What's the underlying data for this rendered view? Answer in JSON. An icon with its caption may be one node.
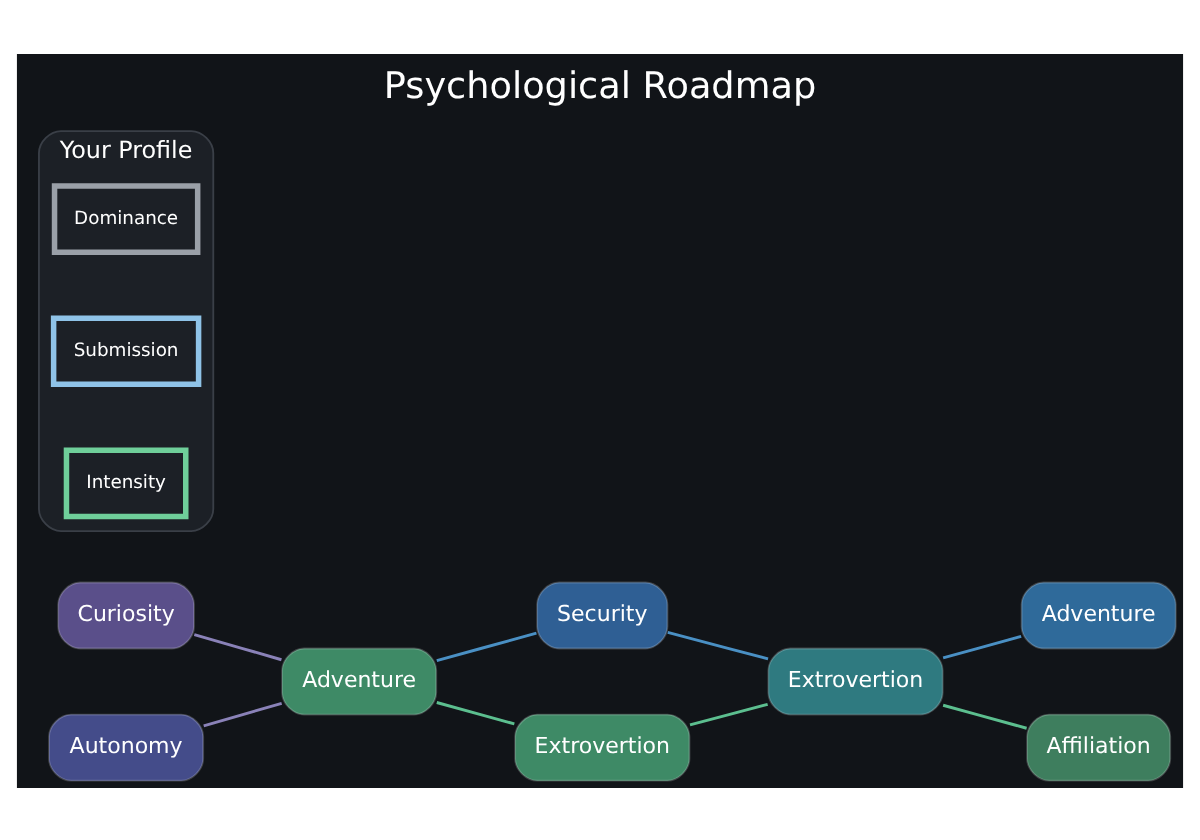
{
  "diagram": {
    "title": "Psychological Roadmap",
    "nodes": [
      {
        "text": [
          "Security"
        ]
      },
      {
        "text": [
          "Curiosity"
        ]
      },
      {
        "text": [
          "Adventure"
        ]
      },
      {
        "text": [
          "Extrovertion"
        ]
      },
      {
        "text": [
          "Adventure"
        ]
      },
      {
        "text": [
          "Extrovertion"
        ]
      },
      {
        "text": [
          "Affiliation"
        ]
      },
      {
        "text": [
          "Autonomy"
        ]
      },
      {
        "text": [
          "Your Profile"
        ]
      },
      {
        "text": [
          "Dominance"
        ],
        "in": 8
      },
      {
        "text": [
          "Submission"
        ],
        "in": 8
      },
      {
        "text": [
          "Intensity"
        ],
        "in": 8
      }
    ],
    "edges": [
      {
        "from": 1,
        "to": 2,
        "arrow": "none",
        "color": "#8a82b8"
      },
      {
        "from": 7,
        "to": 2,
        "arrow": "none",
        "color": "#8a82b8"
      },
      {
        "from": 2,
        "to": 0,
        "arrow": "none",
        "color": "#4a90c4"
      },
      {
        "from": 2,
        "to": 5,
        "arrow": "none",
        "color": "#5cbf8f"
      },
      {
        "from": 0,
        "to": 3,
        "arrow": "none",
        "color": "#4a90c4"
      },
      {
        "from": 5,
        "to": 3,
        "arrow": "none",
        "color": "#5cbf8f"
      },
      {
        "from": 3,
        "to": 4,
        "arrow": "none",
        "color": "#4a90c4"
      },
      {
        "from": 3,
        "to": 6,
        "arrow": "none",
        "color": "#5cbf8f"
      }
    ]
  }
}
